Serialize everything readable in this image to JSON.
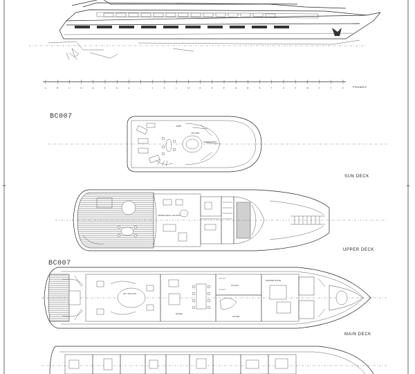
{
  "title_block": {
    "frames_label": "FRAMES",
    "ruler_marks": [
      "A",
      "B",
      "C",
      "D",
      "E",
      "F",
      "G",
      "H",
      "I",
      "J",
      "K",
      "L",
      "M",
      "N",
      "O",
      "P",
      "Q",
      "R",
      "S",
      "T",
      "U",
      "V",
      "W",
      "X",
      "Y",
      "Z"
    ]
  },
  "codes": {
    "top": "BC007",
    "middle": "BC007"
  },
  "decks": [
    {
      "label": "SUN DECK",
      "rooms": [
        "JUMP",
        "SUNBATHING",
        "JACUZZI"
      ]
    },
    {
      "label": "UPPER DECK",
      "rooms": [
        "UPPER DECK SALOON"
      ]
    },
    {
      "label": "MAIN DECK",
      "rooms": [
        "AFT SALOON",
        "DINING",
        "GALLEY",
        "FOYER",
        "MASTER SUITE"
      ]
    }
  ],
  "colors": {
    "ink": "#222222",
    "paper": "#ffffff"
  }
}
